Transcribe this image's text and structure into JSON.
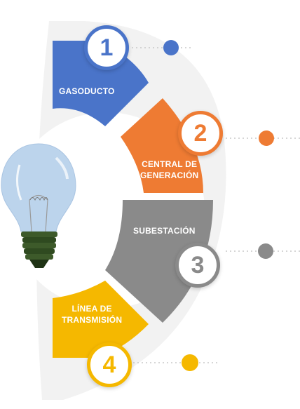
{
  "steps": [
    {
      "number": "1",
      "label_lines": [
        "GASODUCTO"
      ],
      "color": "#4a74c9"
    },
    {
      "number": "2",
      "label_lines": [
        "CENTRAL DE",
        "GENERACIÓN"
      ],
      "color": "#ee7b33"
    },
    {
      "number": "3",
      "label_lines": [
        "SUBESTACIÓN"
      ],
      "color": "#8a8a8a"
    },
    {
      "number": "4",
      "label_lines": [
        "LÍNEA DE",
        "TRANSMISIÓN"
      ],
      "color": "#f5b800"
    }
  ],
  "icons": {
    "center": "lightbulb-icon"
  },
  "colors": {
    "ring": "#ececec"
  }
}
